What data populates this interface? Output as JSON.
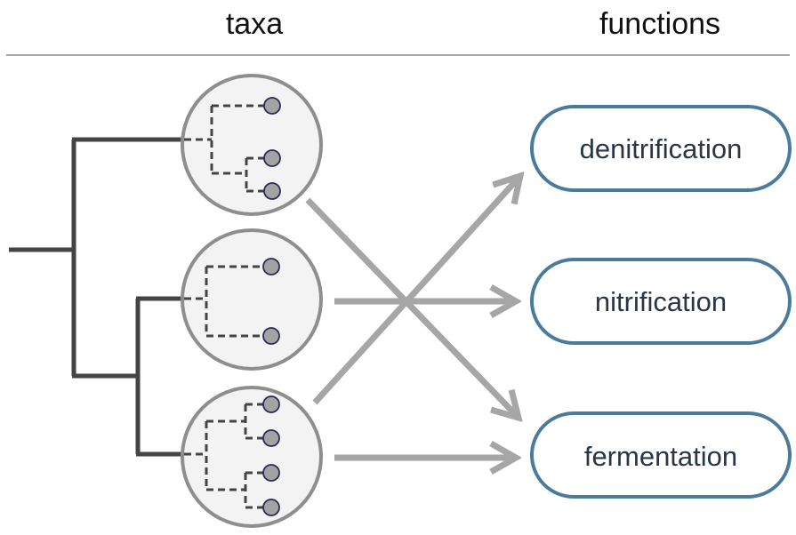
{
  "headers": {
    "taxa": "taxa",
    "functions": "functions"
  },
  "functions": [
    {
      "label": "denitrification"
    },
    {
      "label": "nitrification"
    },
    {
      "label": "fermentation"
    }
  ],
  "colors": {
    "tree": "#444444",
    "divider": "#a8a8a8",
    "circle_stroke": "#8e8e8e",
    "circle_fill": "#f3f3f3",
    "tip_fill": "#a3a3a3",
    "tip_stroke": "#2a2a5a",
    "arrow": "#a6a6a6",
    "box_stroke": "#4a7a9c",
    "box_text": "#2a3545"
  }
}
